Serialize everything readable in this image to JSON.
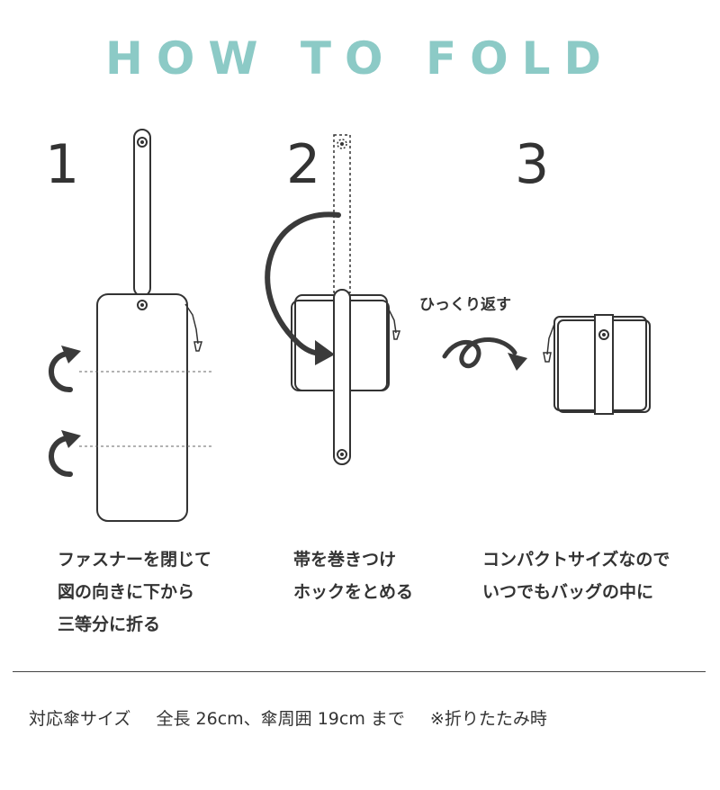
{
  "title": "HOW TO FOLD",
  "steps": [
    {
      "number": "1",
      "lines": [
        "ファスナーを閉じて",
        "図の向きに下から",
        "三等分に折る"
      ]
    },
    {
      "number": "2",
      "lines": [
        "帯を巻きつけ",
        "ホックをとめる"
      ]
    },
    {
      "number": "3",
      "lines": [
        "コンパクトサイズなので",
        "いつでもバッグの中に"
      ]
    }
  ],
  "flip_label": "ひっくり返す",
  "footer": {
    "label": "対応傘サイズ",
    "spec": "全長 26cm、傘周囲 19cm まで",
    "note": "※折りたたみ時"
  },
  "colors": {
    "title": "#8ccac6",
    "line": "#333333",
    "arrow": "#3a3a3a"
  }
}
